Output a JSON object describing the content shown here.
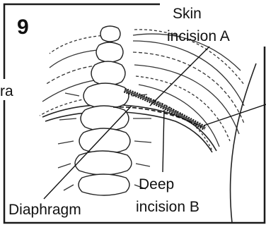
{
  "figure": {
    "number": "9",
    "labels": {
      "skin_incision_line1": "Skin",
      "skin_incision_line2": "incision A",
      "deep_incision_line1": "Deep",
      "deep_incision_line2": "incision B",
      "diaphragm": "Diaphragm",
      "vertebra_partial": "ra"
    }
  }
}
